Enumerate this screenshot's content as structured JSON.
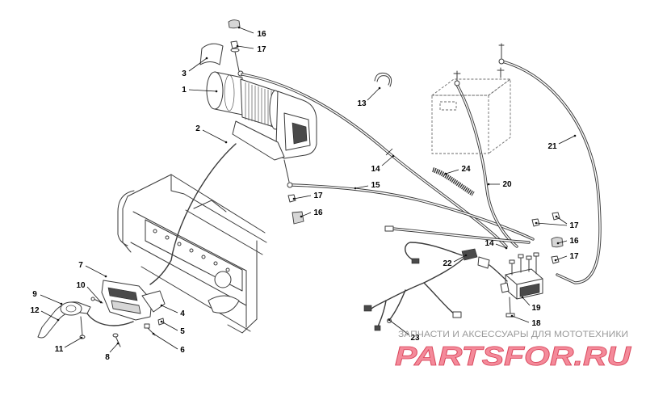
{
  "diagram": {
    "callouts": [
      "16",
      "17",
      "3",
      "1",
      "2",
      "13",
      "14",
      "15",
      "24",
      "20",
      "21",
      "17",
      "16",
      "17",
      "16",
      "17",
      "14",
      "22",
      "19",
      "18",
      "23",
      "7",
      "10",
      "9",
      "12",
      "4",
      "5",
      "6",
      "11",
      "8"
    ]
  },
  "watermark": {
    "tagline": "ЗАПЧАСТИ И АКСЕССУАРЫ ДЛЯ МОТОТЕХНИКИ",
    "logo": "PARTSFOR.RU"
  },
  "colors": {
    "line": "#3a3a3a",
    "callout_text": "#000000",
    "tagline": "#9a9a9a",
    "logo_fill": "#f48a9a",
    "logo_outline": "#d8455a"
  }
}
